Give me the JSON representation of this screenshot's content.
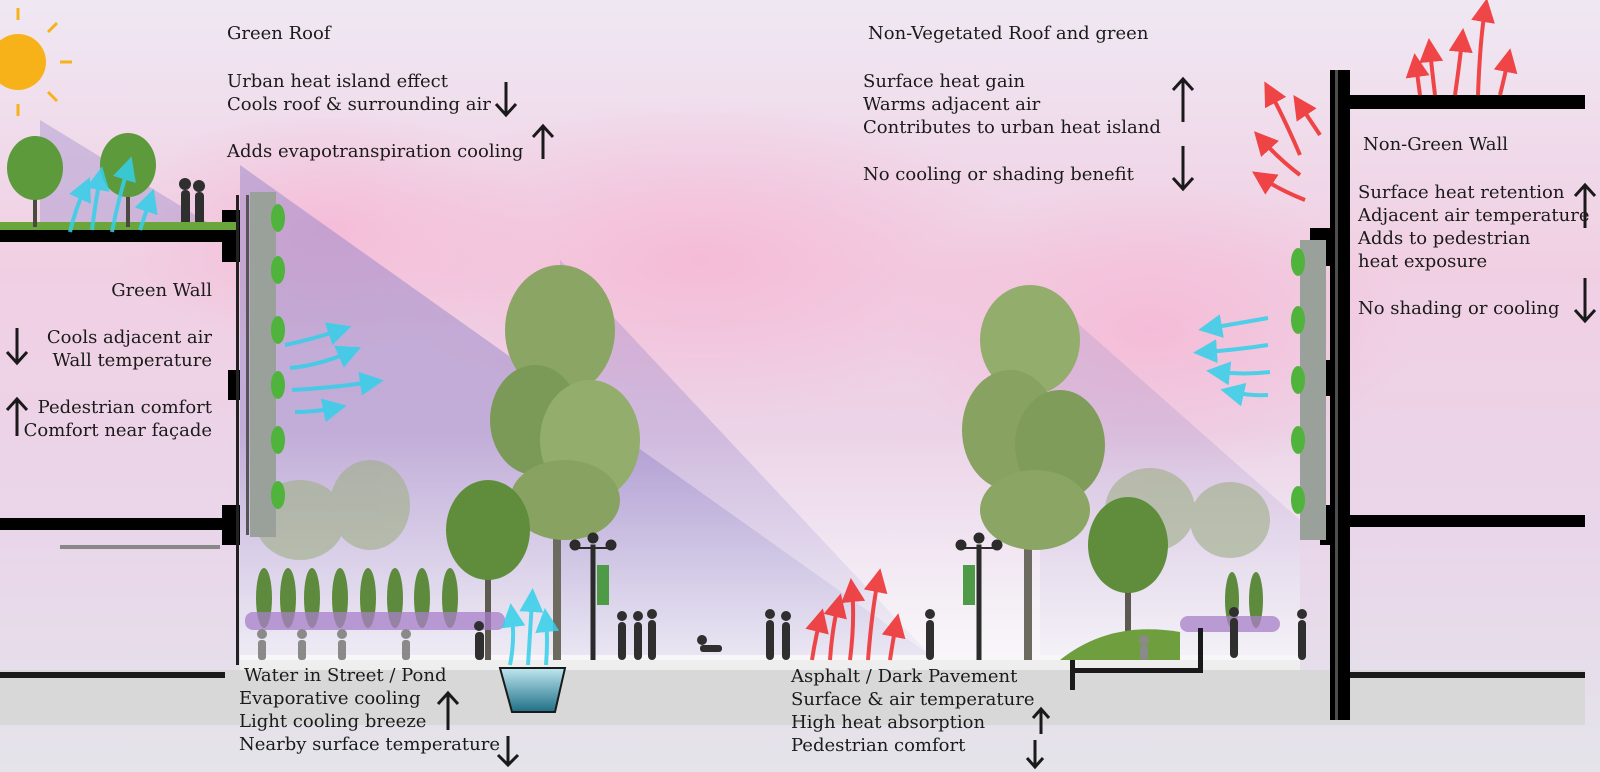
{
  "colors": {
    "sky_top": "#ece6f2",
    "sky_pink": "#f2c3dc",
    "shadow": "#8f7fc6",
    "building": "#000000",
    "cool_arrow": "#33d0ea",
    "hot_arrow": "#ef2a2a",
    "foliage": "#8aa564",
    "ground": "#d8d8d8",
    "text": "#1a1a1a"
  },
  "icons": [
    "sun-icon",
    "up-arrow-icon",
    "down-arrow-icon",
    "cool-air-arrows",
    "hot-air-arrows",
    "tree-icon",
    "person-silhouette",
    "street-lamp-icon"
  ],
  "green_roof": {
    "title": "Green Roof",
    "line1": "Urban heat island effect",
    "line2": "Cools roof & surrounding air",
    "line3": "Adds evapotranspiration cooling",
    "line2_trend": "down",
    "line3_trend": "up"
  },
  "non_vegetated_roof": {
    "title": "Non-Vegetated Roof and green",
    "line1": "Surface heat gain",
    "line2": "Warms adjacent air",
    "line3": "Contributes to urban heat island",
    "line4": "No cooling or shading benefit",
    "group1_trend": "up",
    "line4_trend": "down"
  },
  "green_wall": {
    "title": "Green Wall",
    "line1": "Cools adjacent air",
    "line2": "Wall temperature",
    "line3": "Pedestrian comfort",
    "line4": "Comfort near façade",
    "group1_trend": "down",
    "group2_trend": "up"
  },
  "non_green_wall": {
    "title": "Non-Green Wall",
    "line1": "Surface heat retention",
    "line2": "Adjacent air temperature",
    "line3": "Adds to pedestrian",
    "line4": "heat exposure",
    "line5": "No shading or cooling",
    "group1_trend": "up",
    "line5_trend": "down"
  },
  "water": {
    "line1": "Water in Street / Pond",
    "line2": "Evaporative cooling",
    "line3": "Light cooling breeze",
    "line4": "Nearby surface temperature",
    "group1_trend": "up",
    "line4_trend": "down"
  },
  "asphalt": {
    "line1": "Asphalt / Dark Pavement",
    "line2": "Surface & air temperature",
    "line3": "High heat absorption",
    "line4": "Pedestrian comfort",
    "line2_trend": "up",
    "line4_trend": "down"
  }
}
